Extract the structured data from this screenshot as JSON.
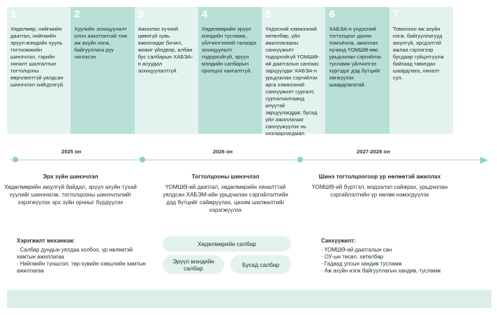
{
  "steps": [
    {
      "num": "1",
      "text": "Хөдөлмөр, нийгмийн даатгал, нийгмийн эрүүл мэндийн хууль тогтоомжийн шинэчлэл, тэрийн хяналт шалгалтын тогтолцоны өөрчлөлттэй уялдсан шинэчлэл хийгдээгүй."
    },
    {
      "num": "2",
      "text": "Хуулийн зохицуулалт олон ажилтантай том аж ахуйн нэгж, байгууллага руу чиглэсэн."
    },
    {
      "num": "3",
      "text": "Ажиллах хүчний цөөнгүй хувь ажилладаг бичил, жижиг үйлдвэр, албан бус салбарын ХАБЭА-н асуудал зохицуулалтгүй."
    },
    {
      "num": "4",
      "text": "Хөдөлмөрийн эрүүл мэндийн тусламж, үйлчилгээний талаарх зохицуулалт тодорхойгүй, эрүүл мэндийн салбарын оролцоо хангалтгүй."
    },
    {
      "num": "5",
      "text": "Үндэсний хэмжээний хөтөлбөр, үйл ажиллагааны санхүүжилт тодорхойгүй ҮОМШӨ-ий даатгалын сангаас зарцуулдаг ХАБЭА-н урьдчилан сэргийлэх арга хэмжээний санхүүжилт сургалт, сурталчилгаанд илүүтэй зарцуулагддаг, бусад үйл ажиллагааг санхүүжүүлэх нь хязгаарлагдмал."
    },
    {
      "num": "6",
      "text": "ХАБЭА-н үндэсний тогтолцоог дахин томъёолж, ажиллах хүчинд ҮОМШӨ-өөс урьдчилан сэргийлэх тусламж үйлчилгээ хүргэдэг дэд бүтцийг хөгжүүлэх шаардлагатай."
    },
    {
      "num": "7",
      "text": "Томоохон аж ахуйн нэгж, байгууллагууд аюулгүй, эрсдэлтэй ажлаа гэрээгээр бусдаар гүйцэтгүүлж байгаад тавигдах шаардлага, хяналт сул."
    }
  ],
  "timeline": {
    "labels": [
      "2025 он",
      "2026 он",
      "2027-2028 он"
    ]
  },
  "phases": [
    {
      "title": "Эрх зүйн шинэчлэл",
      "desc": "Хөдөлмөрийн аюулгүй байдал, эрүүл ахуйн тухай хуулийг шинэчилж, тогтолцооны шинэчлэлийг хэрэгжүүлэх эрх зүйн орчныг бүрдүүлэх"
    },
    {
      "title": "Тогтолцооны шинэчлэл",
      "desc": "ҮОМШӨ-ий даатгал, хөдөлмөрийн хяналттай уялдсан ХАБЭМ-ийн урьдчилан сэргийлэлтийн дэд бүтцийг сайжруулах, цахим шилжилтийг хэрэгжүүлэх"
    },
    {
      "title": "Шинэ тогтолцоогоор үр нөлөөтэй ажиллах",
      "desc": "ҮОМШӨ-ий бүртгэл, мэдээлэл сайжрах, урьдчилан сэргийлэлтийн үр нөлөө нэмэгдүүлэх"
    }
  ],
  "mechanism": {
    "title": "Хэрэгжилт механизм:",
    "items": [
      "Салбар дундын уялдаа холбоо, үр нөлөөтэй хамтын ажиллагаа",
      "Нийгмийн түншлэл, төр-хувийн хэвшлийн хамтын ажиллагаа"
    ]
  },
  "sectors": {
    "main": "Хөдөлмөрийн салбар",
    "health": "Эрүүл мэндийн салбар",
    "other": "Бусад салбар"
  },
  "funding": {
    "title": "Санхүүжилт:",
    "items": [
      "ҮОМШӨ-ий даатгалын сан",
      "ОУ-ын төсөл, хөтөлбөр",
      "Гадаад улсын хандив тусламж",
      "Аж ахуйн нэгж байгууллагын хандив, тусламж"
    ]
  },
  "colors": {
    "card_light": "#e3f2ee",
    "card_dark": "#b9e0d6",
    "timeline": "#8fd0bf"
  }
}
